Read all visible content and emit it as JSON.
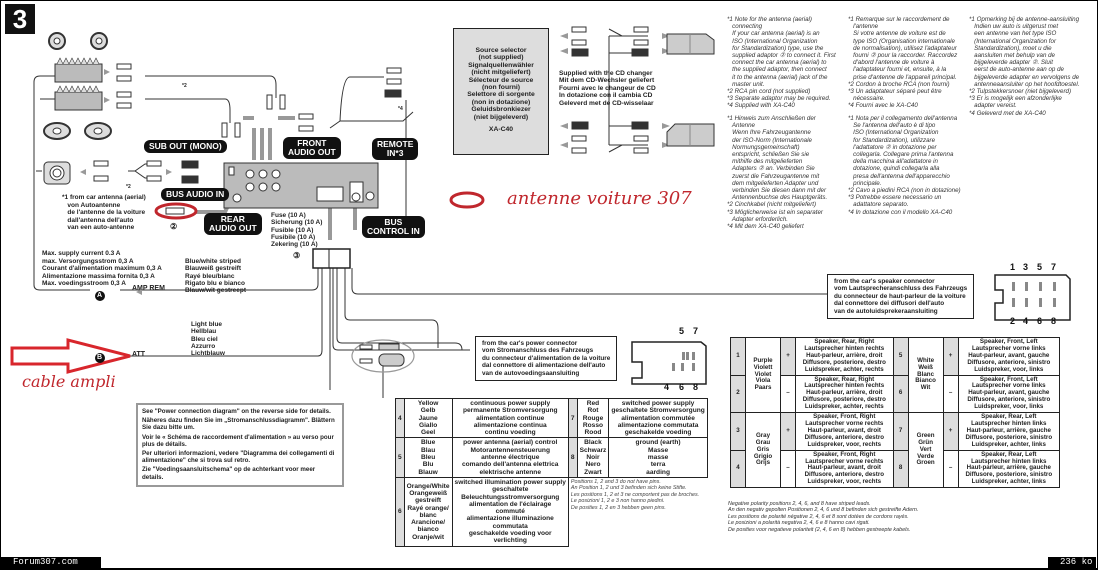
{
  "figure_number": "3",
  "labels": {
    "sub_out": "SUB OUT (MONO)",
    "front_audio_out": "FRONT\nAUDIO OUT",
    "remote_in": "REMOTE\nIN*3",
    "bus_audio_in": "BUS AUDIO IN",
    "rear_audio_out": "REAR\nAUDIO OUT",
    "bus_control_in": "BUS\nCONTROL IN",
    "star2_a": "*2",
    "star2_b": "*2",
    "star4": "*4",
    "circle2": "②",
    "circle3": "③",
    "marker_a": "A",
    "marker_b": "B",
    "amp_rem": "AMP REM",
    "att": "ATT"
  },
  "antenna_note": "*1 from car antenna (aerial)\n   von Autoantenne\n   de l'antenne de la voiture\n   dall'antenna dell'auto\n   van een auto-antenne",
  "fuse_note": "Fuse (10 A)\nSicherung (10 A)\nFusible (10 A)\nFusibile (10 A)\nZekering (10 A)",
  "supply_note": "Max. supply current 0.3 A\nmax. Versorgungsstrom 0,3 A\nCourant d'alimentation maximum 0,3 A\nAlimentazione massima fornita 0,3 A\nMax. voedingsstroom 0,3 A",
  "blue_white_note": "Blue/white striped\nBlauweiß gestreift\nRayé bleu/blanc\nRigato blu e bianco\nBlauw/wit gestreept",
  "light_blue_note": "Light blue\nHellblau\nBleu ciel\nAzzurro\nLichtblauw",
  "source_selector": {
    "lines": [
      "Source selector",
      "(not supplied)",
      "Signalquellenwähler",
      "(nicht mitgeliefert)",
      "Sélecteur de source",
      "(non fourni)",
      "Selettore di sorgente",
      "(non in dotazione)",
      "Geluidsbronkiezer",
      "(niet bijgeleverd)",
      "",
      "XA-C40"
    ]
  },
  "cd_changer_note": "Supplied with the CD changer\nMit dem CD-Wechsler geliefert\nFourni avec le changeur de CD\nIn dotazione con il cambia CD\nGeleverd met de CD-wisselaar",
  "annotations": {
    "antenne": "antenne voiture 307",
    "cable": "cable ampli"
  },
  "footnotes": {
    "en": "*1 Note for the antenna (aerial)\n   connecting\n   If your car antenna (aerial) is an\n   ISO (International Organization\n   for Standardization) type, use the\n   supplied adaptor ② to connect it. First\n   connect the car antenna (aerial) to\n   the supplied adaptor, then connect\n   it to the antenna (aerial) jack of the\n   master unit.\n*2 RCA pin cord (not supplied)\n*3 Separate adaptor may be required.\n*4 Supplied with XA-C40",
    "de": "*1 Hinweis zum Anschließen der\n   Antenne\n   Wenn Ihre Fahrzeugantenne\n   der ISO-Norm (Internationale\n   Normungsgemeinschaft)\n   entspricht, schließen Sie sie\n   mithilfe des mitgelieferten\n   Adapters ② an. Verbinden Sie\n   zuerst die Fahrzeugantenne mit\n   dem mitgelieferten Adapter und\n   verbinden Sie diesen dann mit der\n   Antennenbuchse des Hauptgeräts.\n*2 Cinchkabel (nicht mitgeliefert)\n*3 Möglicherweise ist ein separater\n   Adapter erforderlich.\n*4 Mit dem XA-C40 geliefert",
    "fr": "*1 Remarque sur le raccordement de\n   l'antenne\n   Si votre antenne de voiture est de\n   type ISO (Organisation internationale\n   de normalisation), utilisez l'adaptateur\n   fourni ② pour la raccorder. Raccordez\n   d'abord l'antenne de voiture à\n   l'adaptateur fourni et, ensuite, à la\n   prise d'antenne de l'appareil principal.\n*2 Cordon à broche RCA (non fourni)\n*3 Un adaptateur séparé peut être\n   nécessaire.\n*4 Fourni avec le XA-C40",
    "it": "*1 Nota per il collegamento dell'antenna\n   Se l'antenna dell'auto è di tipo\n   ISO (International Organization\n   for Standardization), utilizzare\n   l'adattatore ② in dotazione per\n   collegarla. Collegare prima l'antenna\n   della macchina all'adattatore in\n   dotazione, quindi collegarla alla\n   presa dell'antenna dell'apparecchio\n   principale.\n*2 Cavo a piedini RCA (non in dotazione)\n*3 Potrebbe essere necessario un\n   adattatore separato.\n*4 In dotazione con il modello XA-C40",
    "nl": "*1 Opmerking bij de antenne-aansluiting\n   Indien uw auto is uitgerust met\n   een antenne van het type ISO\n   (International Organization for\n   Standardization), moet u die\n   aansluiten met behulp van de\n   bijgeleverde adapter ②. Sluit\n   eerst de auto-antenne aan op de\n   bijgeleverde adapter en vervolgens de\n   antenneaansluiter op het hoofdtoestel.\n*2 Tulpstekkersnoer (niet bijgeleverd)\n*3 Er is mogelijk een afzonderlijke\n   adapter vereist.\n*4 Geleverd met de XA-C40"
  },
  "power_connector_note": "from the car's power connector\nvom Stromanschluss des Fahrzeugs\ndu connecteur d'alimentation de la voiture\ndal connettore di alimentazione dell'auto\nvan de autovoedingsaansluiting",
  "speaker_connector_note": "from the car's speaker connector\nvom Lautsprecheranschluss des Fahrzeugs\ndu connecteur de haut-parleur de la voiture\ndal connettore dei diffusori dell'auto\nvan de autoluidsprekeraansluiting",
  "power_pins": {
    "top": [
      "5",
      "7"
    ],
    "bottom": [
      "4",
      "6",
      "8"
    ]
  },
  "speaker_pins": {
    "top": [
      "1",
      "3",
      "5",
      "7"
    ],
    "bottom": [
      "2",
      "4",
      "6",
      "8"
    ]
  },
  "power_diagram_note": [
    "See \"Power connection diagram\" on the reverse side for details.",
    "Näheres dazu finden Sie im „Stromanschlussdiagramm\". Blättern Sie dazu bitte um.",
    "Voir le « Schéma de raccordement d'alimentation » au verso pour plus de détails.",
    "Per ulteriori informazioni, vedere \"Diagramma dei collegamenti di alimentazione\" che si trova sul retro.",
    "Zie \"Voedingsaansluitschema\" op de achterkant voor meer details."
  ],
  "power_table": [
    {
      "pin": "4",
      "color": "Yellow\nGelb\nJaune\nGiallo\nGeel",
      "desc": "continuous power supply\npermanente Stromversorgung\nalimentation continue\nalimentazione continua\ncontinu voeding"
    },
    {
      "pin": "7",
      "color": "Red\nRot\nRouge\nRosso\nRood",
      "desc": "switched power supply\ngeschaltete Stromversorgung\nalimentation commutée\nalimentazione commutata\ngeschakelde voeding"
    },
    {
      "pin": "5",
      "color": "Blue\nBlau\nBleu\nBlu\nBlauw",
      "desc": "power antenna (aerial) control\nMotorantennensteuerung\nantenne électrique\ncomando dell'antenna elettrica\nelektrische antenne"
    },
    {
      "pin": "8",
      "color": "Black\nSchwarz\nNoir\nNero\nZwart",
      "desc": "ground (earth)\nMasse\nmasse\nterra\naarding"
    },
    {
      "pin": "6",
      "color": "Orange/White\nOrangeweiß\ngestreift\nRayé orange/\nblanc\nArancione/\nbianco\nOranje/wit",
      "desc": "switched illumination power supply\ngeschaltete\nBeleuchtungsstromversorgung\nalimentation de l'éclairage\ncommuté\nalimentazione illuminazione\ncommutata\ngeschakelde voeding voor\nverlichting"
    }
  ],
  "power_positions_note": "Positions 1, 2 and 3 do not have pins.\nAn Position 1, 2 und 3 befinden sich keine Stifte.\nLes positions 1, 2 et 3 ne comportent pas de broches.\nLe posizioni 1, 2 e 3 non hanno piedini.\nDe posities 1, 2 en 3 hebben geen pins.",
  "speaker_table": [
    {
      "pin": "1",
      "color": "Purple\nViolett\nViolet\nViola\nPaars",
      "polarity": "+",
      "desc": "Speaker, Rear, Right\nLautsprecher hinten rechts\nHaut-parleur, arrière, droit\nDiffusore, posteriore, destro\nLuidspreker, achter, rechts",
      "pin2": "5",
      "color2": "White\nWeiß\nBlanc\nBianco\nWit",
      "polarity2": "+",
      "desc2": "Speaker, Front, Left\nLautsprecher vorne links\nHaut-parleur, avant, gauche\nDiffusore, anteriore, sinistro\nLuidspreker, voor, links"
    },
    {
      "pin": "2",
      "polarity": "–",
      "desc": "Speaker, Rear, Right\nLautsprecher hinten rechts\nHaut-parleur, arrière, droit\nDiffusore, posteriore, destro\nLuidspreker, achter, rechts",
      "pin2": "6",
      "polarity2": "–",
      "desc2": "Speaker, Front, Left\nLautsprecher vorne links\nHaut-parleur, avant, gauche\nDiffusore, anteriore, sinistro\nLuidspreker, voor, links"
    },
    {
      "pin": "3",
      "color": "Gray\nGrau\nGris\nGrigio\nGrijs",
      "polarity": "+",
      "desc": "Speaker, Front, Right\nLautsprecher vorne rechts\nHaut-parleur, avant, droit\nDiffusore, anteriore, destro\nLuidspreker, voor, rechts",
      "pin2": "7",
      "color2": "Green\nGrün\nVert\nVerde\nGroen",
      "polarity2": "+",
      "desc2": "Speaker, Rear, Left\nLautsprecher hinten links\nHaut-parleur, arrière, gauche\nDiffusore, posteriore, sinistro\nLuidspreker, achter, links"
    },
    {
      "pin": "4",
      "polarity": "–",
      "desc": "Speaker, Front, Right\nLautsprecher vorne rechts\nHaut-parleur, avant, droit\nDiffusore, anteriore, destro\nLuidspreker, voor, rechts",
      "pin2": "8",
      "polarity2": "–",
      "desc2": "Speaker, Rear, Left\nLautsprecher hinten links\nHaut-parleur, arrière, gauche\nDiffusore, posteriore, sinistro\nLuidspreker, achter, links"
    }
  ],
  "speaker_polarity_note": "Negative polarity positions 2, 4, 6, and 8 have striped leads.\nAn den negativ gepolten Positionen 2, 4, 6 und 8 befinden sich gestreifte Adern.\nLes positions de polarité négative 2, 4, 6 et 8 sont dotées de cordons rayés.\nLe posizioni a polarità negativa 2, 4, 6 e 8 hanno cavi rigati.\nDe posities voor negatieve polariteit (2, 4, 6 en 8) hebben gestreepte kabels.",
  "footer": {
    "site": "Forum307.com",
    "size": "236 ko"
  },
  "colors": {
    "annotation_red": "#c0272d",
    "panel_gray": "#dddddd",
    "wire_gray": "#999999"
  }
}
